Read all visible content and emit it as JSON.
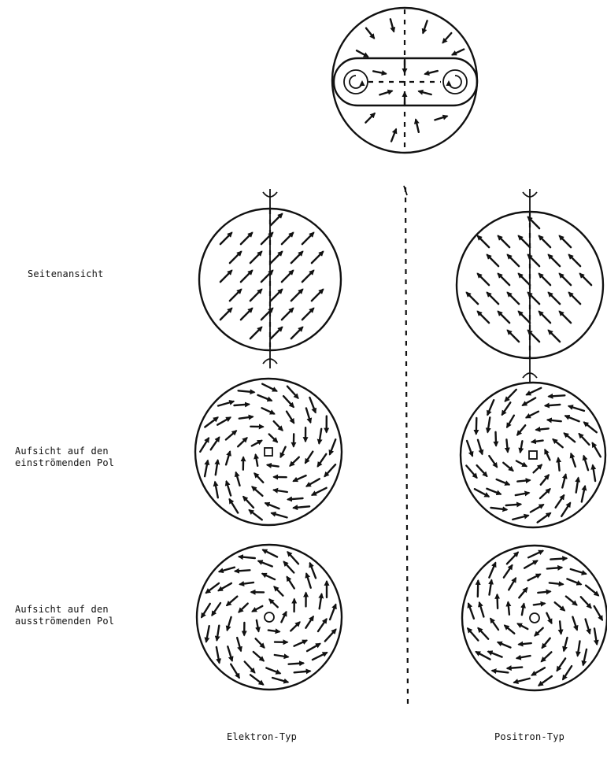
{
  "labels": {
    "side_view": "Seitenansicht",
    "top_in_line1": "Aufsicht auf den",
    "top_in_line2": "einströmenden Pol",
    "top_out_line1": "Aufsicht auf den",
    "top_out_line2": "ausströmenden Pol",
    "electron_type": "Elektron-Typ",
    "positron_type": "Positron-Typ"
  },
  "colors": {
    "ink": "#111111",
    "background": "#ffffff"
  }
}
